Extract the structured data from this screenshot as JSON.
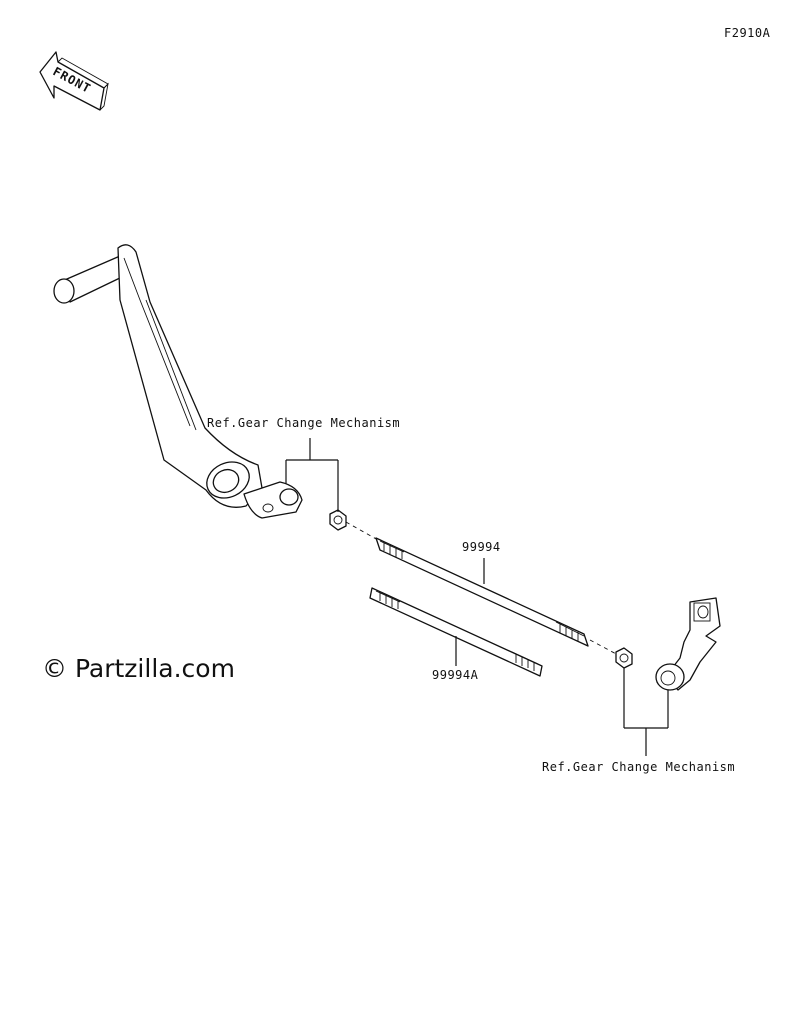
{
  "figure_code": "F2910A",
  "front_label": "FRONT",
  "watermark": "© Partzilla.com",
  "callouts": {
    "ref_top": "Ref.Gear Change Mechanism",
    "ref_bottom": "Ref.Gear Change Mechanism",
    "rod_1": "99994",
    "rod_2": "99994A"
  },
  "icons": {
    "front_arrow": "front-arrow-icon",
    "copyright": "copyright-icon"
  }
}
